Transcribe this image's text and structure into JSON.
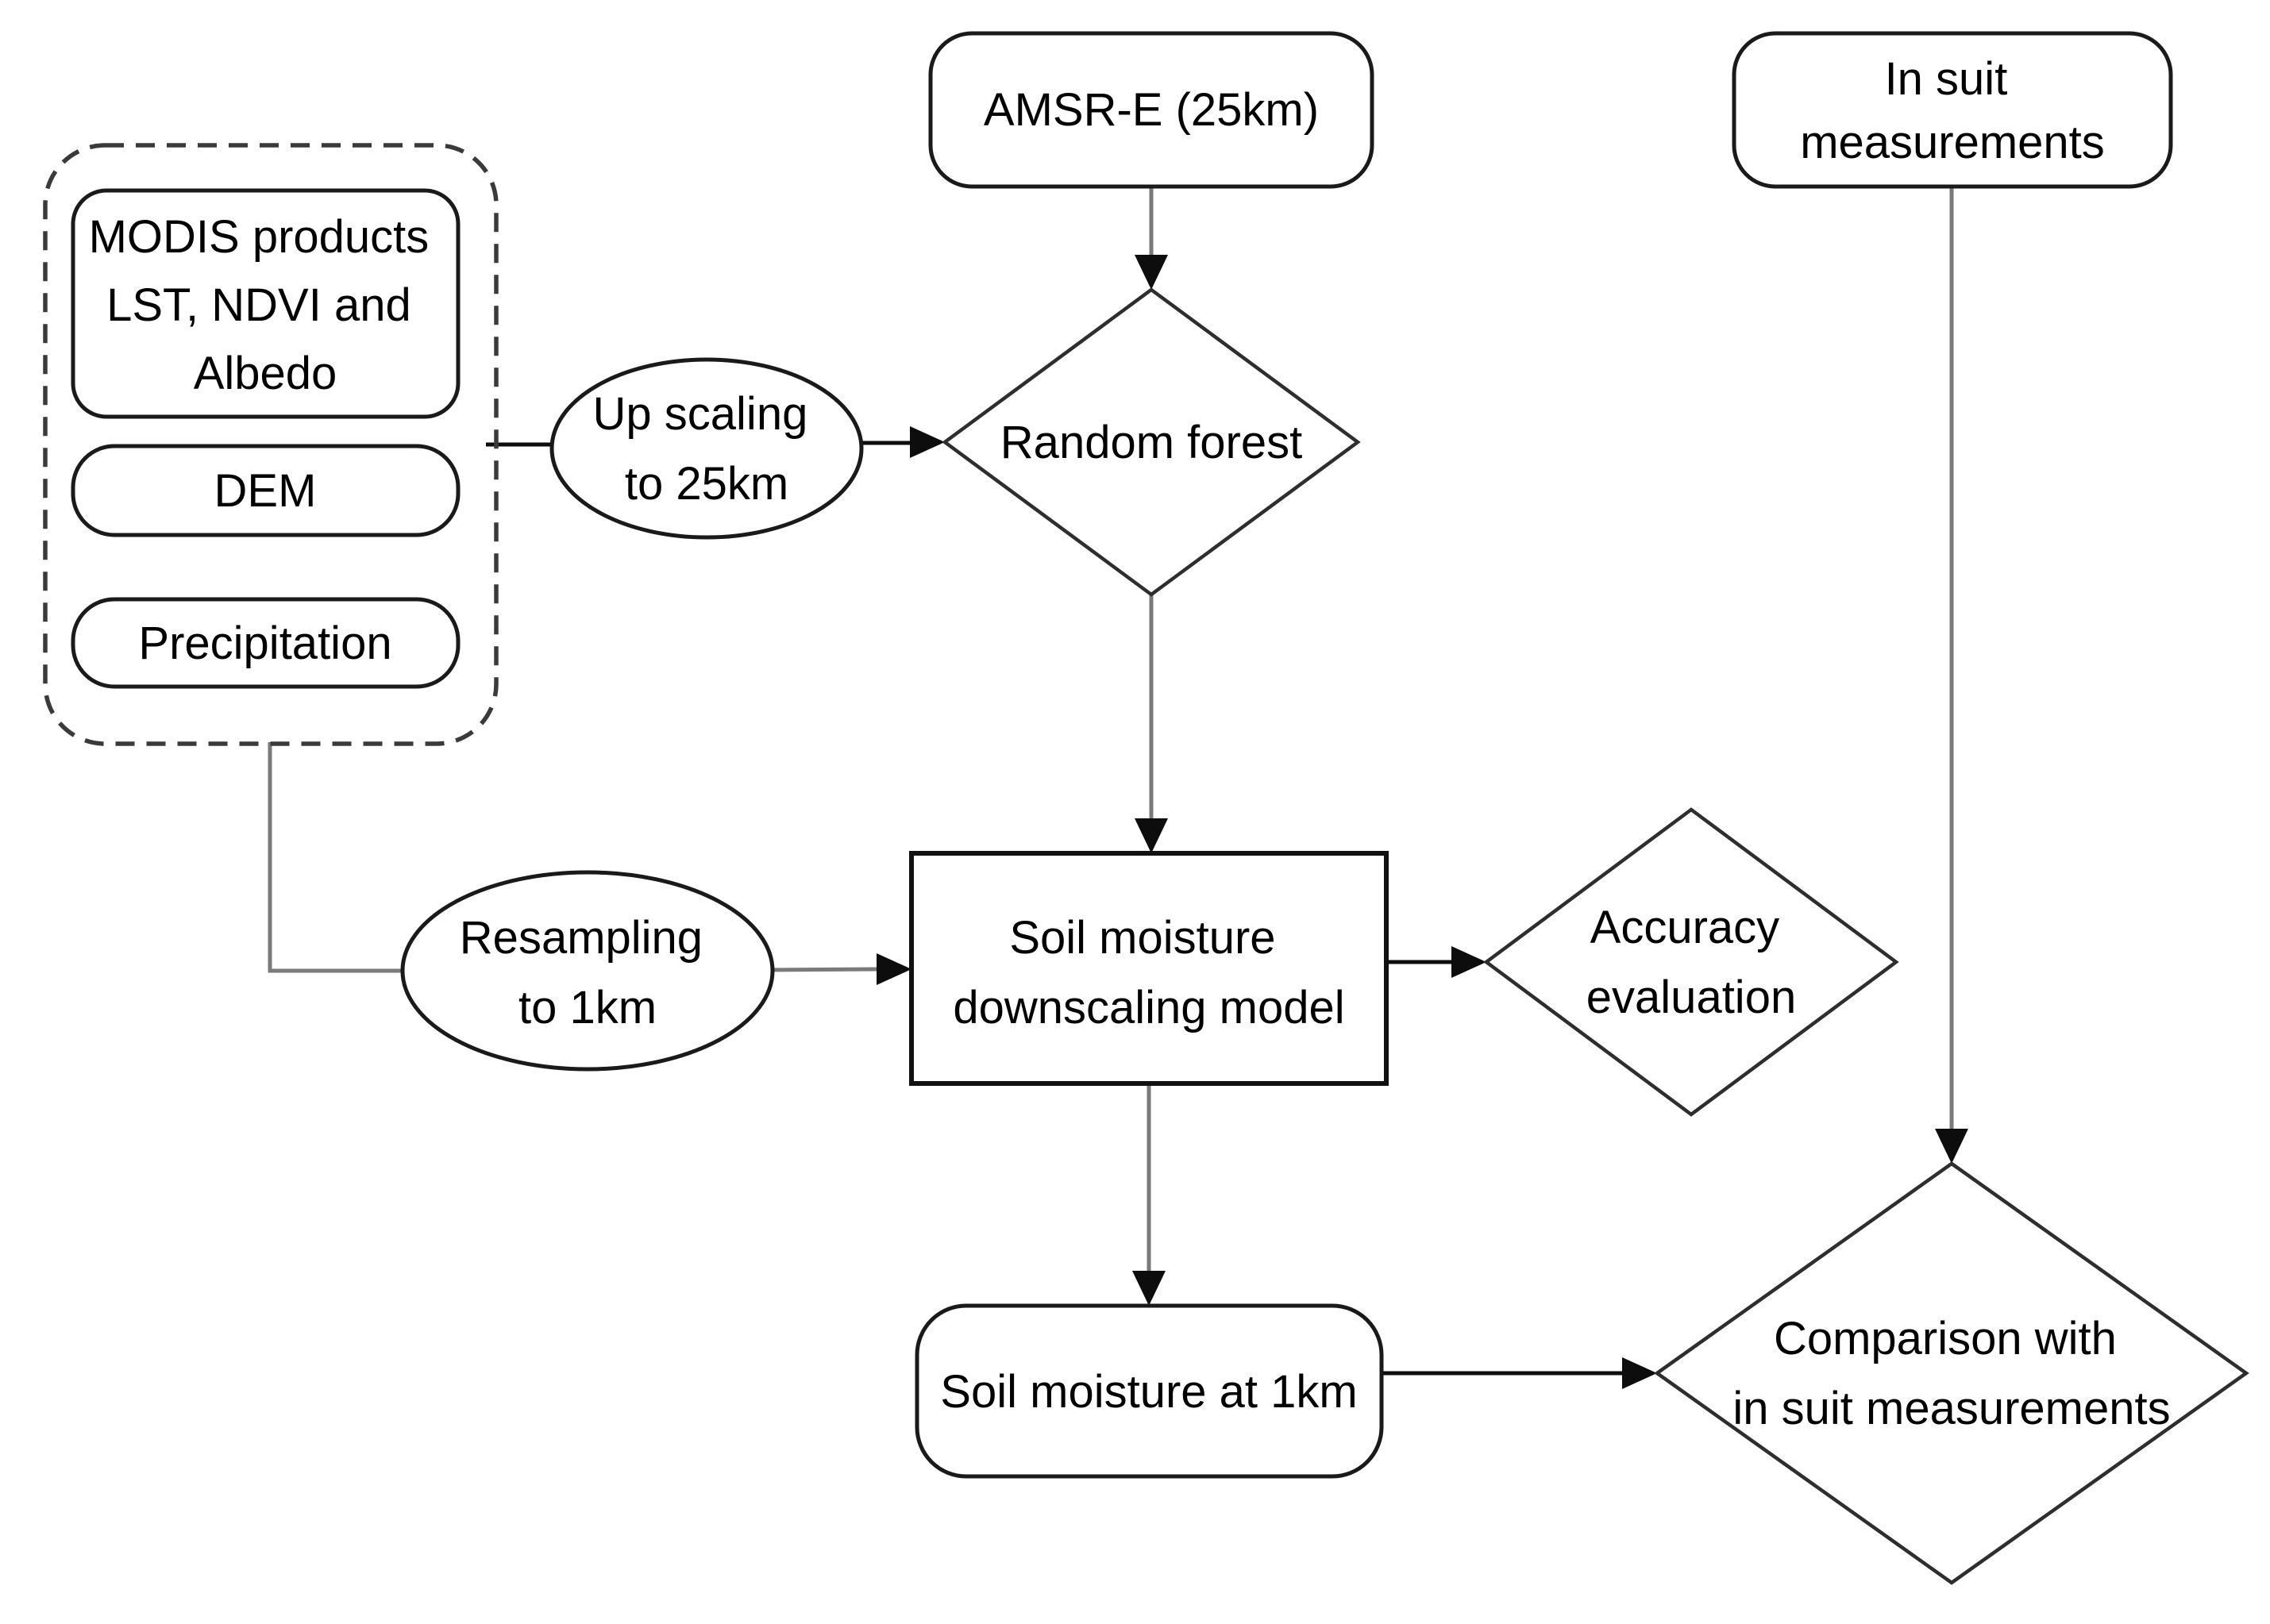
{
  "diagram": {
    "description": "Flowchart of a soil moisture downscaling methodology",
    "colors": {
      "background": "#ffffff",
      "shape_outline": "#1a1a1a",
      "dashed_outline": "#3a3a3a",
      "connector_gray": "#7a7a7a",
      "connector_black": "#0d0d0d",
      "text": "#000000"
    },
    "nodes": {
      "amsr_e": {
        "shape": "rounded-rect",
        "lines": [
          "AMSR-E (25km)"
        ]
      },
      "in_situ": {
        "shape": "rounded-rect",
        "lines": [
          "In suit",
          "measurements"
        ]
      },
      "inputs_group": {
        "shape": "dashed-rounded-container",
        "lines": []
      },
      "modis": {
        "shape": "rounded-rect",
        "lines": [
          "MODIS products",
          "LST, NDVI and",
          "Albedo"
        ]
      },
      "dem": {
        "shape": "rounded-rect",
        "lines": [
          "DEM"
        ]
      },
      "precipitation": {
        "shape": "rounded-rect",
        "lines": [
          "Precipitation"
        ]
      },
      "upscaling": {
        "shape": "ellipse",
        "lines": [
          "Up scaling",
          "to 25km"
        ]
      },
      "random_forest": {
        "shape": "diamond",
        "lines": [
          "Random forest"
        ]
      },
      "resampling": {
        "shape": "ellipse",
        "lines": [
          "Resampling",
          "to 1km"
        ]
      },
      "downscaling_model": {
        "shape": "rect",
        "lines": [
          "Soil moisture",
          "downscaling model"
        ]
      },
      "accuracy_evaluation": {
        "shape": "diamond",
        "lines": [
          "Accuracy",
          "evaluation"
        ]
      },
      "sm_1km": {
        "shape": "rounded-rect",
        "lines": [
          "Soil moisture at 1km"
        ]
      },
      "comparison": {
        "shape": "diamond",
        "lines": [
          "Comparison with",
          "in suit measurements"
        ]
      }
    },
    "edges": [
      {
        "from": "inputs_group",
        "to": "upscaling",
        "arrow": false
      },
      {
        "from": "upscaling",
        "to": "random_forest",
        "arrow": true
      },
      {
        "from": "amsr_e",
        "to": "random_forest",
        "arrow": true
      },
      {
        "from": "random_forest",
        "to": "downscaling_model",
        "arrow": true
      },
      {
        "from": "inputs_group",
        "to": "resampling",
        "arrow": false
      },
      {
        "from": "resampling",
        "to": "downscaling_model",
        "arrow": true
      },
      {
        "from": "downscaling_model",
        "to": "accuracy_evaluation",
        "arrow": true
      },
      {
        "from": "downscaling_model",
        "to": "sm_1km",
        "arrow": true
      },
      {
        "from": "sm_1km",
        "to": "comparison",
        "arrow": true
      },
      {
        "from": "in_situ",
        "to": "comparison",
        "arrow": true
      }
    ]
  }
}
